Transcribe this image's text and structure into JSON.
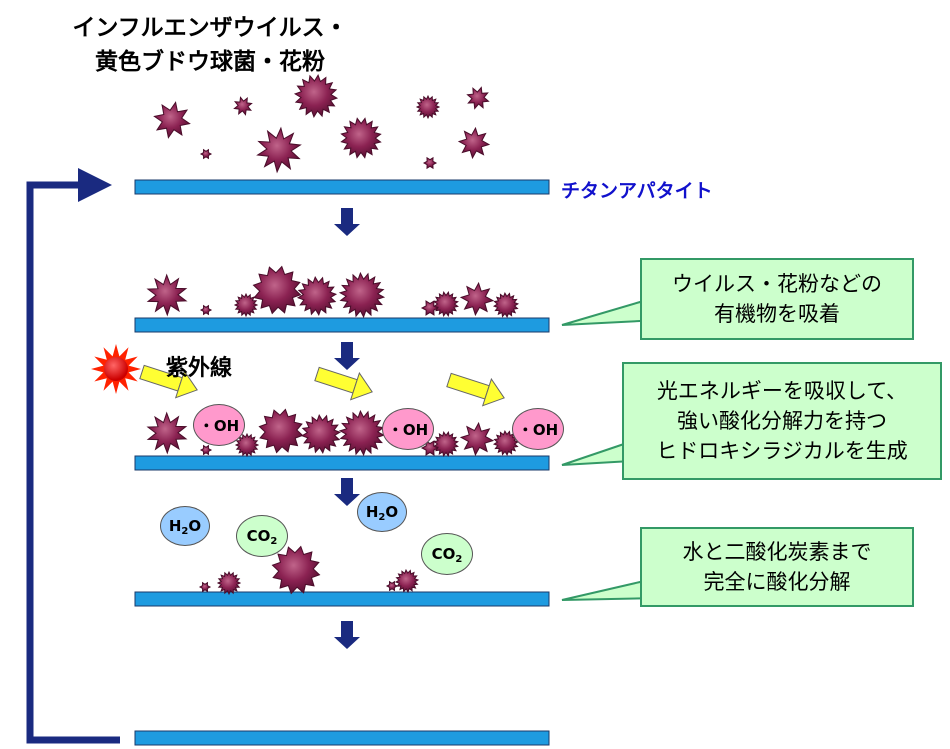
{
  "title": {
    "line1": "インフルエンザウイルス・",
    "line2": "黄色ブドウ球菌・花粉"
  },
  "titanium_label": "チタンアパタイト",
  "uv_label": "紫外線",
  "callouts": [
    {
      "line1": "ウイルス・花粉などの",
      "line2": "有機物を吸着"
    },
    {
      "line1": "光エネルギーを吸収して、",
      "line2": "強い酸化分解力を持つ",
      "line3": "ヒドロキシラジカルを生成"
    },
    {
      "line1": "水と二酸化炭素まで",
      "line2": "完全に酸化分解"
    }
  ],
  "molecules": {
    "oh": "・OH",
    "h2o_main": "H",
    "h2o_sub": "2",
    "h2o_tail": "O",
    "co2_main": "CO",
    "co2_sub": "2"
  },
  "colors": {
    "particle": "#8b2252",
    "plate": "#1e9be0",
    "arrow": "#1a2a80",
    "uv_arrow": "#ffff33",
    "callout_bg": "#ccffcc"
  }
}
